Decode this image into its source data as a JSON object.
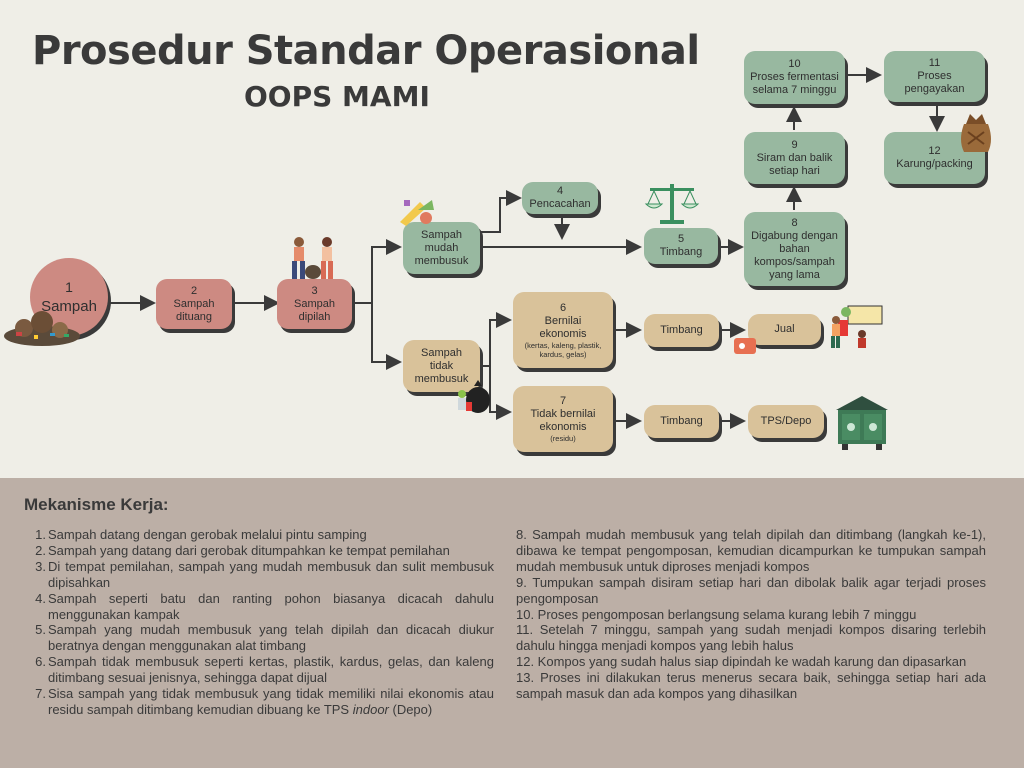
{
  "header": {
    "title": "Prosedur Standar Operasional",
    "subtitle": "OOPS MAMI"
  },
  "nodes": {
    "n1": {
      "num": "1",
      "label": "Sampah"
    },
    "n2": {
      "num": "2",
      "label": "Sampah dituang"
    },
    "n3": {
      "num": "3",
      "label": "Sampah dipilah"
    },
    "n_mudah": {
      "label": "Sampah mudah membusuk"
    },
    "n_tidak": {
      "label": "Sampah tidak membusuk"
    },
    "n4": {
      "num": "4",
      "label": "Pencacahan"
    },
    "n5": {
      "num": "5",
      "label": "Timbang"
    },
    "n6": {
      "num": "6",
      "label": "Bernilai ekonomis",
      "note": "(kertas, kaleng, plastik, kardus, gelas)"
    },
    "n7": {
      "num": "7",
      "label": "Tidak bernilai ekonomis",
      "note": "(residu)"
    },
    "n8": {
      "num": "8",
      "label": "Digabung dengan bahan kompos/sampah yang lama"
    },
    "n9": {
      "num": "9",
      "label": "Siram dan balik setiap hari"
    },
    "n10": {
      "num": "10",
      "label": "Proses fermentasi selama 7 minggu"
    },
    "n11": {
      "num": "11",
      "label": "Proses pengayakan"
    },
    "n12": {
      "num": "12",
      "label": "Karung/packing"
    },
    "timbang_a": {
      "label": "Timbang"
    },
    "timbang_b": {
      "label": "Timbang"
    },
    "jual": {
      "label": "Jual"
    },
    "tps": {
      "label": "TPS/Depo"
    }
  },
  "mekanisme": {
    "heading": "Mekanisme Kerja:",
    "left": [
      {
        "n": "1.",
        "t": "Sampah datang dengan gerobak melalui pintu samping"
      },
      {
        "n": "2.",
        "t": "Sampah yang datang dari gerobak ditumpahkan ke tempat pemilahan"
      },
      {
        "n": "3.",
        "t": "Di tempat pemilahan, sampah yang mudah membusuk dan sulit membusuk dipisahkan"
      },
      {
        "n": "4.",
        "t": "Sampah seperti batu dan ranting pohon biasanya dicacah dahulu menggunakan kampak"
      },
      {
        "n": "5.",
        "t": "Sampah yang mudah membusuk yang telah dipilah dan dicacah diukur beratnya dengan menggunakan alat timbang"
      },
      {
        "n": "6.",
        "t": "Sampah tidak membusuk seperti kertas, plastik, kardus, gelas, dan kaleng ditimbang sesuai jenisnya, sehingga dapat dijual"
      },
      {
        "n": "7.",
        "t_pre": "Sisa sampah yang tidak membusuk yang tidak memiliki nilai ekonomis atau residu sampah ditimbang kemudian dibuang ke TPS ",
        "t_em": "indoor",
        "t_post": " (Depo)"
      }
    ],
    "right": [
      "8. Sampah mudah membusuk yang telah dipilah dan ditimbang (langkah ke-1), dibawa ke tempat pengomposan, kemudian dicampurkan ke tumpukan sampah mudah membusuk untuk diproses menjadi kompos",
      "9. Tumpukan sampah disiram setiap hari dan dibolak balik agar terjadi proses pengomposan",
      "10. Proses pengomposan berlangsung selama kurang lebih 7 minggu",
      "11. Setelah 7 minggu, sampah yang sudah menjadi kompos disaring terlebih dahulu hingga menjadi kompos yang lebih halus",
      "12. Kompos yang sudah halus siap dipindah ke wadah karung dan dipasarkan",
      "13. Proses ini dilakukan terus menerus secara baik, sehingga setiap hari ada sampah masuk dan ada kompos yang dihasilkan"
    ]
  },
  "colors": {
    "green": "#98b8a0",
    "tan": "#d9c29a",
    "pink": "#cd8a82",
    "bottom_bg": "#bcafa6",
    "bg": "#efeee7"
  },
  "icons": [
    "trash-pile-icon",
    "people-sorting-icon",
    "vegetable-waste-icon",
    "trash-bag-icon",
    "scale-icon",
    "sack-icon",
    "recyclables-icon",
    "dumpster-icon"
  ]
}
